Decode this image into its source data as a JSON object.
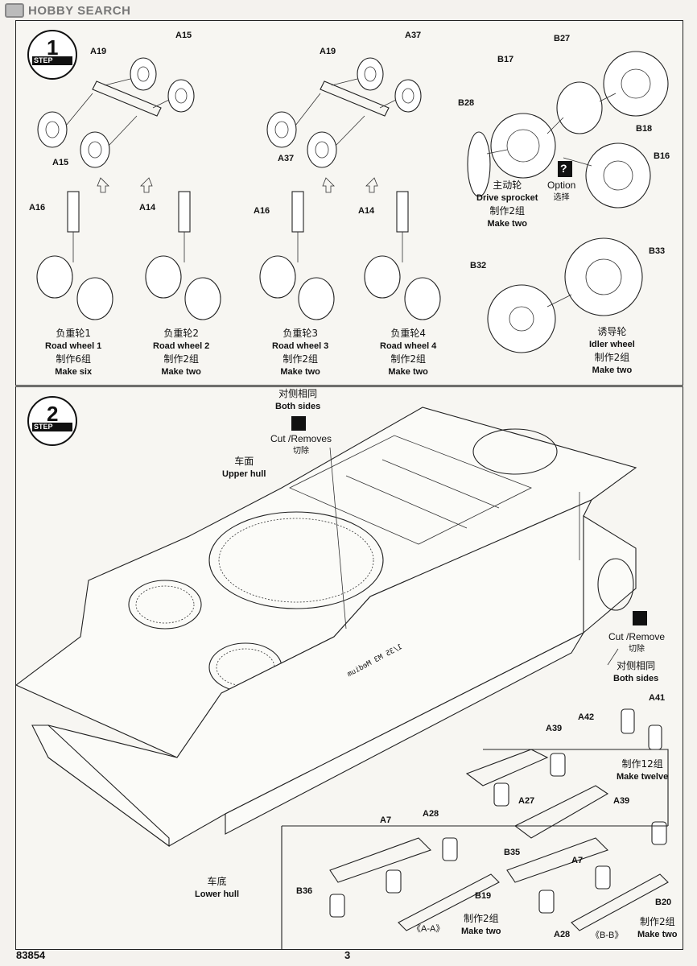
{
  "watermark": "HOBBY SEARCH",
  "step1": {
    "badge_number": "1",
    "badge_word": "STEP",
    "labels": {
      "a15_top": "A15",
      "a19_left": "A19",
      "a15_bottom": "A15",
      "a37_top": "A37",
      "a19_mid": "A19",
      "a37_bottom": "A37",
      "b27": "B27",
      "b17": "B17",
      "b28": "B28",
      "b18": "B18",
      "b16": "B16",
      "a16_1": "A16",
      "a14_1": "A14",
      "a16_2": "A16",
      "a14_2": "A14",
      "b33": "B33",
      "b32": "B32"
    },
    "option": {
      "icon": "?",
      "en": "Option",
      "zh": "选择"
    },
    "captions": {
      "sprocket": {
        "zh": "主动轮",
        "en": "Drive sprocket",
        "zh2": "制作2组",
        "en2": "Make two"
      },
      "rw1": {
        "zh": "负重轮1",
        "en": "Road wheel 1",
        "zh2": "制作6组",
        "en2": "Make six"
      },
      "rw2": {
        "zh": "负重轮2",
        "en": "Road wheel 2",
        "zh2": "制作2组",
        "en2": "Make two"
      },
      "rw3": {
        "zh": "负重轮3",
        "en": "Road wheel 3",
        "zh2": "制作2组",
        "en2": "Make two"
      },
      "rw4": {
        "zh": "负重轮4",
        "en": "Road wheel 4",
        "zh2": "制作2组",
        "en2": "Make two"
      },
      "idler": {
        "zh": "诱导轮",
        "en": "Idler wheel",
        "zh2": "制作2组",
        "en2": "Make two"
      }
    }
  },
  "step2": {
    "badge_number": "2",
    "badge_word": "STEP",
    "both_sides_top": {
      "zh": "对侧相同",
      "en": "Both sides"
    },
    "cut_top": {
      "en": "Cut /Removes",
      "zh": "切除"
    },
    "upper_hull": {
      "zh": "车面",
      "en": "Upper hull"
    },
    "cut_right": {
      "en": "Cut /Remove",
      "zh": "切除"
    },
    "both_sides_right": {
      "zh": "对侧相同",
      "en": "Both sides"
    },
    "lower_hull": {
      "zh": "车底",
      "en": "Lower hull"
    },
    "hull_marking": "1/35 M3 Medium",
    "sub": {
      "a41": "A41",
      "a42": "A42",
      "make_twelve": {
        "zh": "制作12组",
        "en": "Make twelve"
      },
      "a39_top": "A39",
      "a27": "A27",
      "a39_right": "A39",
      "a7_left": "A7",
      "a28_left": "A28",
      "b36": "B36",
      "b19": "B19",
      "aa": "《A-A》",
      "make_two_aa": {
        "zh": "制作2组",
        "en": "Make two"
      },
      "b35": "B35",
      "a7_right": "A7",
      "a28_right": "A28",
      "b20": "B20",
      "bb": "《B-B》",
      "make_two_bb": {
        "zh": "制作2组",
        "en": "Make two"
      }
    }
  },
  "footer": {
    "code": "83854",
    "page": "3"
  }
}
